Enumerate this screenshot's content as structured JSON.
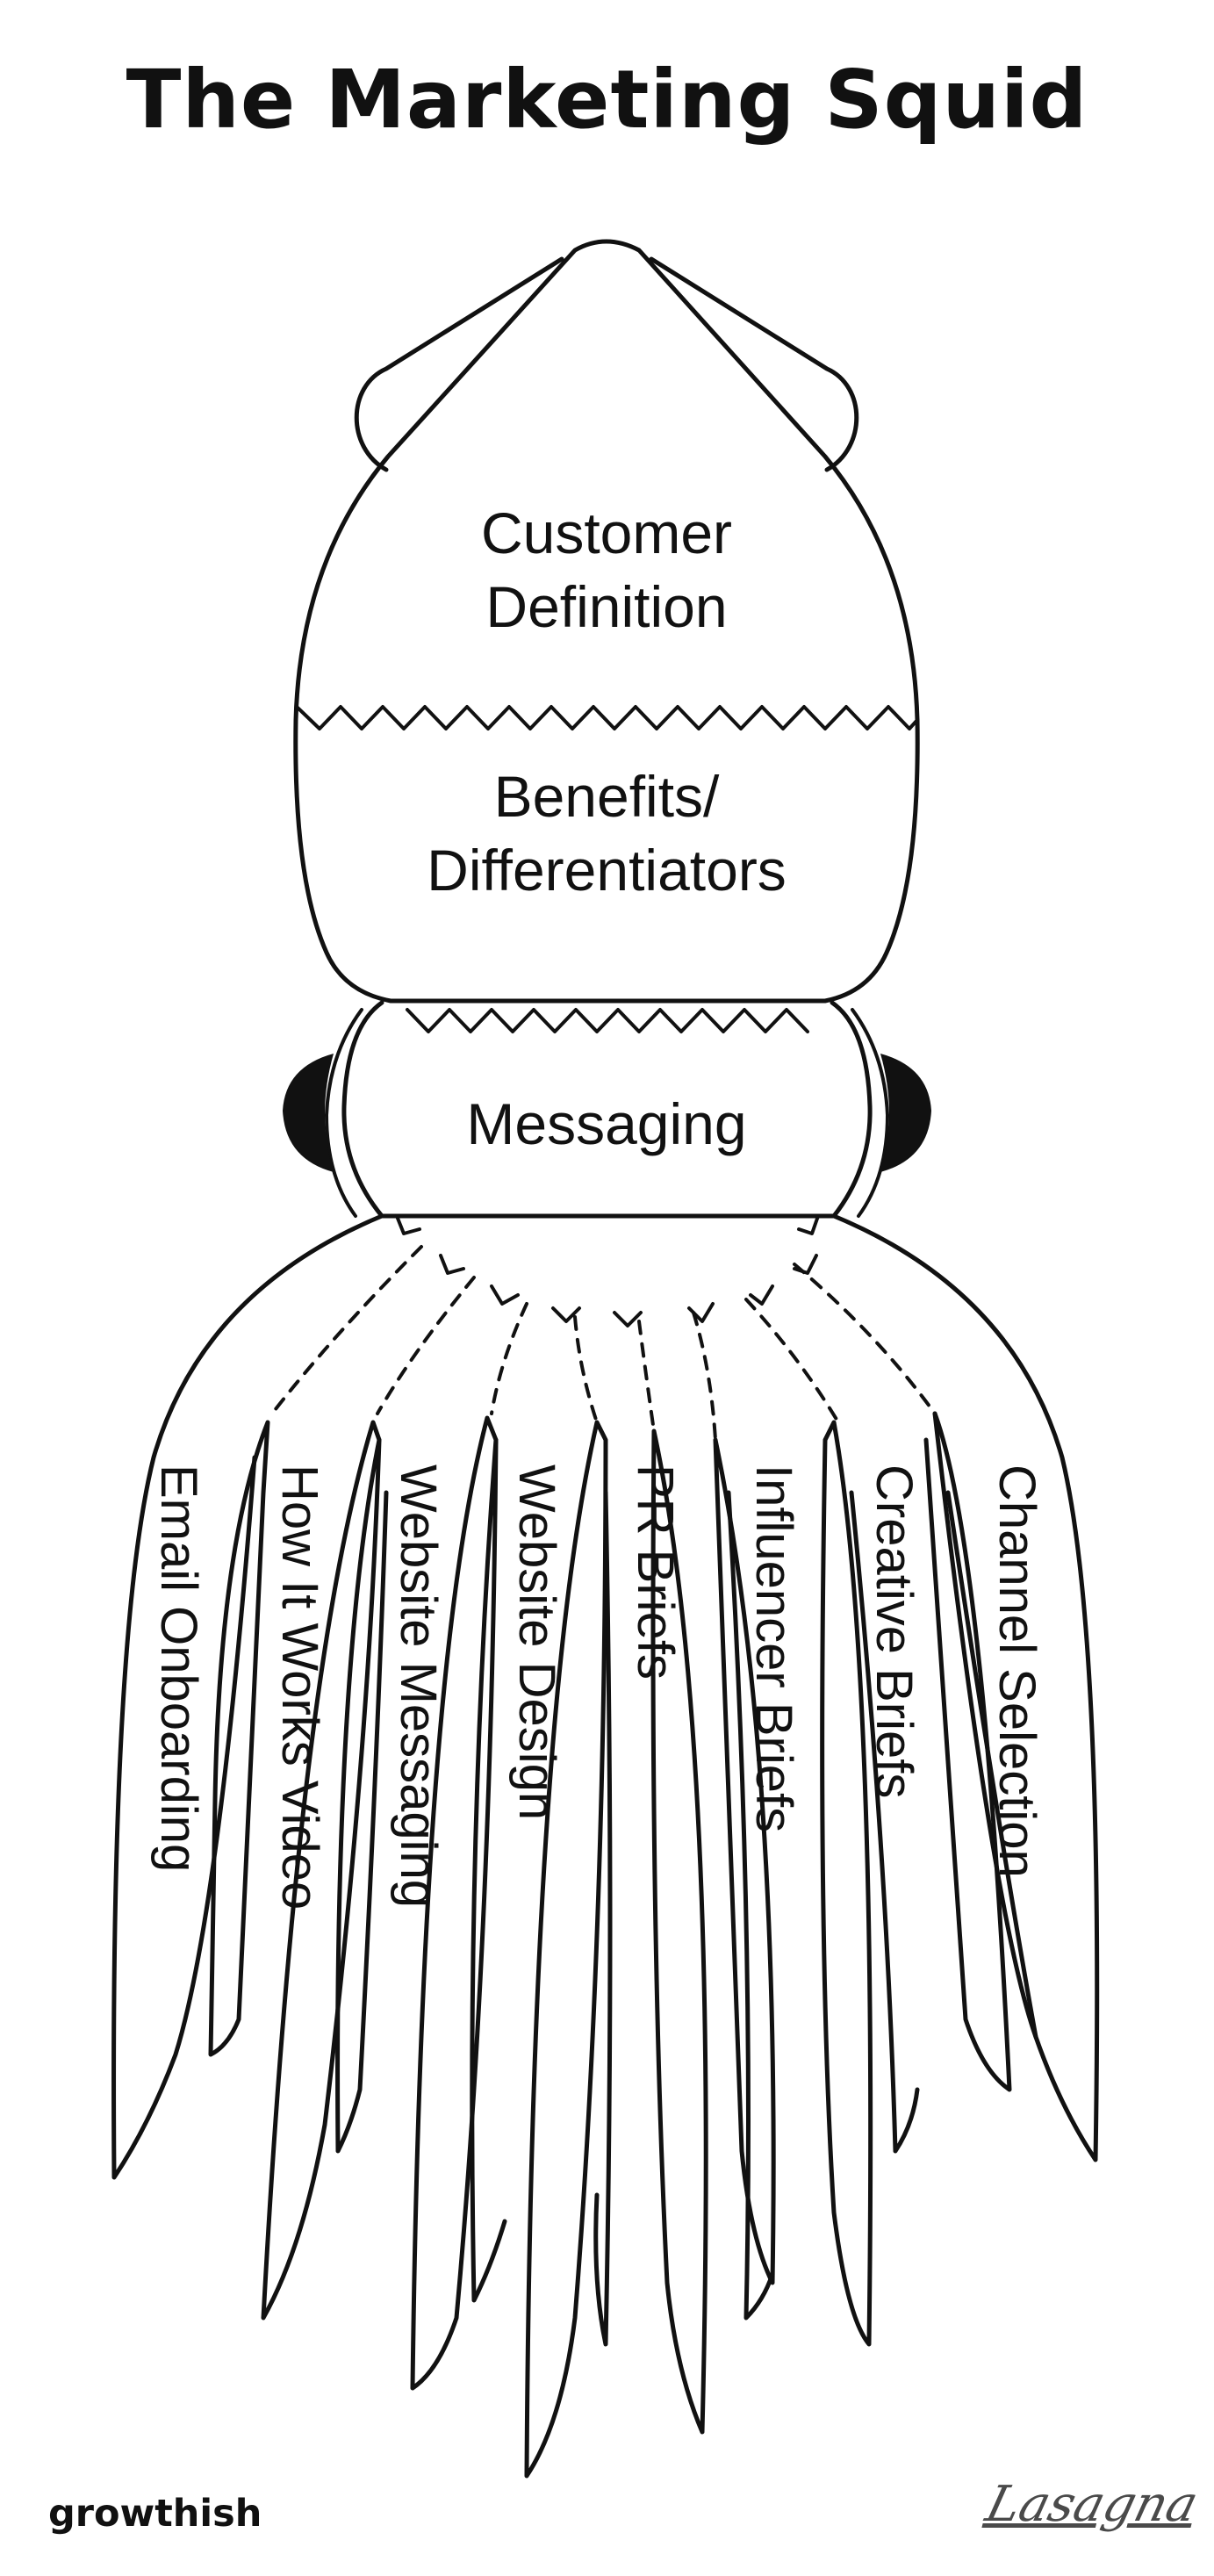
{
  "title": "The Marketing Squid",
  "body": {
    "customer_definition": [
      "Customer",
      "Definition"
    ],
    "benefits": [
      "Benefits/",
      "Differentiators"
    ],
    "messaging": "Messaging"
  },
  "tentacles": [
    "Email Onboarding",
    "How It Works Video",
    "Website Messaging",
    "Website Design",
    "PR Briefs",
    "Influencer Briefs",
    "Creative Briefs",
    "Channel Selection"
  ],
  "footer": {
    "brand": "growthish",
    "signature": "Lasagna"
  },
  "colors": {
    "ink": "#111111",
    "background": "#ffffff",
    "signature": "#4a4a4a"
  }
}
